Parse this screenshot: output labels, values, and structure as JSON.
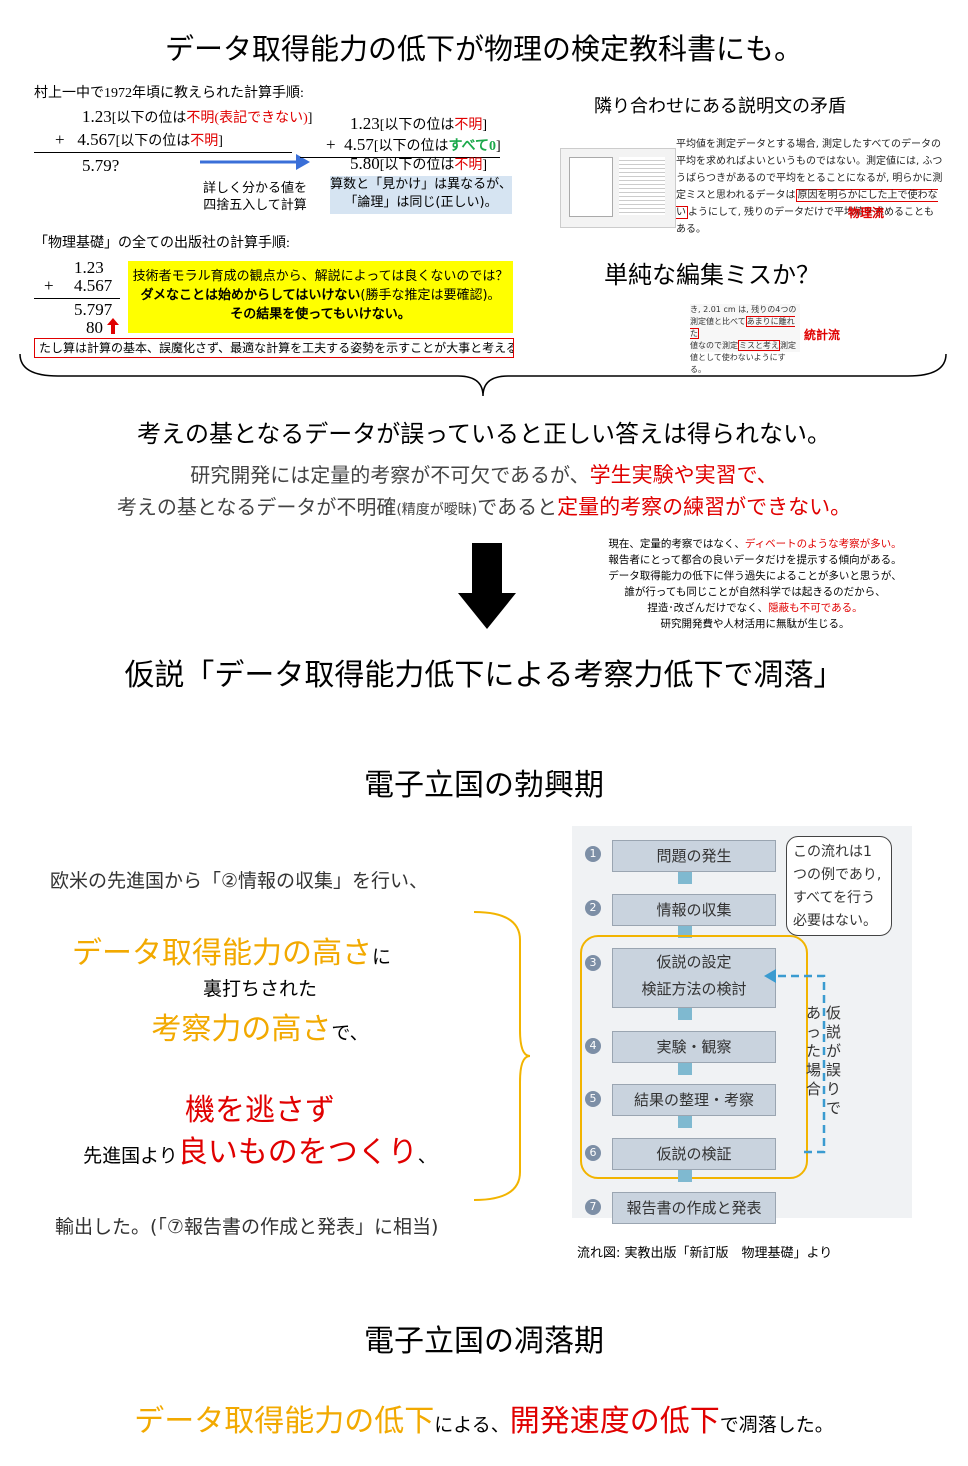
{
  "header": {
    "title": "データ取得能力の低下が物理の検定教科書にも。"
  },
  "calc1": {
    "caption": "村上一中で1972年頃に教えられた計算手順:",
    "row1_num": "1.23",
    "row1_a": "[以下の位は",
    "row1_red": "不明(表記できない)",
    "row1_b": "]",
    "row2_plus": "+",
    "row2_num": "4.567",
    "row2_a": "[以下の位は",
    "row2_red": "不明",
    "row2_b": "]",
    "result": "5.79?",
    "arrow_note": "詳しく分かる値を\n四捨五入して計算",
    "r1_num": "1.23",
    "r1_a": "[以下の位は",
    "r1_red": "不明",
    "r1_b": "]",
    "r2_plus": "+",
    "r2_num": "4.57",
    "r2_a": "[以下の位は",
    "r2_green": "すべて0",
    "r2_b": "]",
    "r3_num": "5.80",
    "r3_a": "[以下の位は",
    "r3_red": "不明",
    "r3_b": "]",
    "blue_note": "算数と「見かけ」は異なるが、\n「論理」は同じ(正しい)。"
  },
  "calc2": {
    "caption": "「物理基礎」の全ての出版社の計算手順:",
    "n1": "1.23",
    "plus": "+",
    "n2": "4.567",
    "n3": "5.797",
    "n4": "80",
    "yellow_line1": "技術者モラル育成の観点から、解説によっては良くないのでは？",
    "yellow_line2a": "ダメなことは始めからしてはいけない",
    "yellow_line2b": "(勝手な推定は要確認)。",
    "yellow_line3": "その結果を使ってもいけない。",
    "red_box": "たし算は計算の基本、誤魔化さず、最適な計算を工夫する姿勢を示すことが大事と考える。"
  },
  "contradiction": {
    "title": "隣り合わせにある説明文の矛盾",
    "text1": "平均値を測定データとする場合, 測定したすべてのデータの平均を求めればよいというものではない。測定値には, ふつうばらつきがあるので平均をとることになるが, 明らかに測定ミスと思われるデータは",
    "text_box": "原因を明らかにした上で使わない",
    "text2": "ようにして, 残りのデータだけで平均値を求めることもある。",
    "label1": "物理流",
    "question": "単純な編集ミスか？",
    "snip1": "き, 2.01 cm は, 残りの4つの",
    "snip2a": "測定値と比べて",
    "snip2box": "あまりに離れた",
    "snip3a": "値なので測定",
    "snip3box": "ミスと考え",
    "snip3b": "測定",
    "snip4": "値として使わないようにする。",
    "label2": "統計流"
  },
  "conclusion": {
    "line1": "考えの基となるデータが誤っていると正しい答えは得られない。",
    "line2a": "研究開発には定量的考察が不可欠であるが、",
    "line2b": "学生実験や実習で、",
    "line3a": "考えの基となるデータが不明確",
    "line3paren": "(精度が曖昧)",
    "line3b": "であると",
    "line3c": "定量的考察の練習ができない。"
  },
  "note": {
    "l1a": "現在、定量的考察ではなく、",
    "l1b": "ディベートのような考察が多い。",
    "l2": "報告者にとって都合の良いデータだけを提示する傾向がある。",
    "l3": "データ取得能力の低下に伴う過失によることが多いと思うが、",
    "l4": "誰が行っても同じことが自然科学では起きるのだから、",
    "l5a": "捏造･改ざんだけでなく、",
    "l5b": "隠蔽も不可である。",
    "l6": "研究開発費や人材活用に無駄が生じる。"
  },
  "hypothesis": "仮説「データ取得能力低下による考察力低下で凋落」",
  "rise": {
    "heading": "電子立国の勃興期",
    "line1": "欧米の先進国から「②情報の収集」を行い、",
    "line2a": "データ取得能力の高さ",
    "line2b": "に",
    "line3": "裏打ちされた",
    "line4a": "考察力の高さ",
    "line4b": "で、",
    "line5": "機を逃さず",
    "line6a": "先進国より",
    "line6b": "良いものをつくり",
    "line6c": "、",
    "line7": "輸出した。(「⑦報告書の作成と発表」に相当)"
  },
  "flow": {
    "steps": [
      {
        "n": "1",
        "label": "問題の発生"
      },
      {
        "n": "2",
        "label": "情報の収集"
      },
      {
        "n": "3",
        "label": "仮説の設定\n検証方法の検討"
      },
      {
        "n": "4",
        "label": "実験・観察"
      },
      {
        "n": "5",
        "label": "結果の整理・考察"
      },
      {
        "n": "6",
        "label": "仮説の検証"
      },
      {
        "n": "7",
        "label": "報告書の作成と発表"
      }
    ],
    "bubble": "この流れは1\nつの例であり,\nすべてを行う\n必要はない。",
    "side_col1": "仮説が誤りで",
    "side_col2": "あった場合",
    "source": "流れ図: 実教出版「新訂版　物理基礎」より"
  },
  "decline": {
    "heading": "電子立国の凋落期",
    "a": "データ取得能力の低下",
    "b": "による、",
    "c": "開発速度の低下",
    "d": "で凋落した。"
  },
  "colors": {
    "red": "#e00000",
    "orange": "#f2a900",
    "green": "#1aa84a",
    "yellow": "#ffff00",
    "blue_note": "#d6e4f2",
    "flow_border": "#f2b400"
  }
}
